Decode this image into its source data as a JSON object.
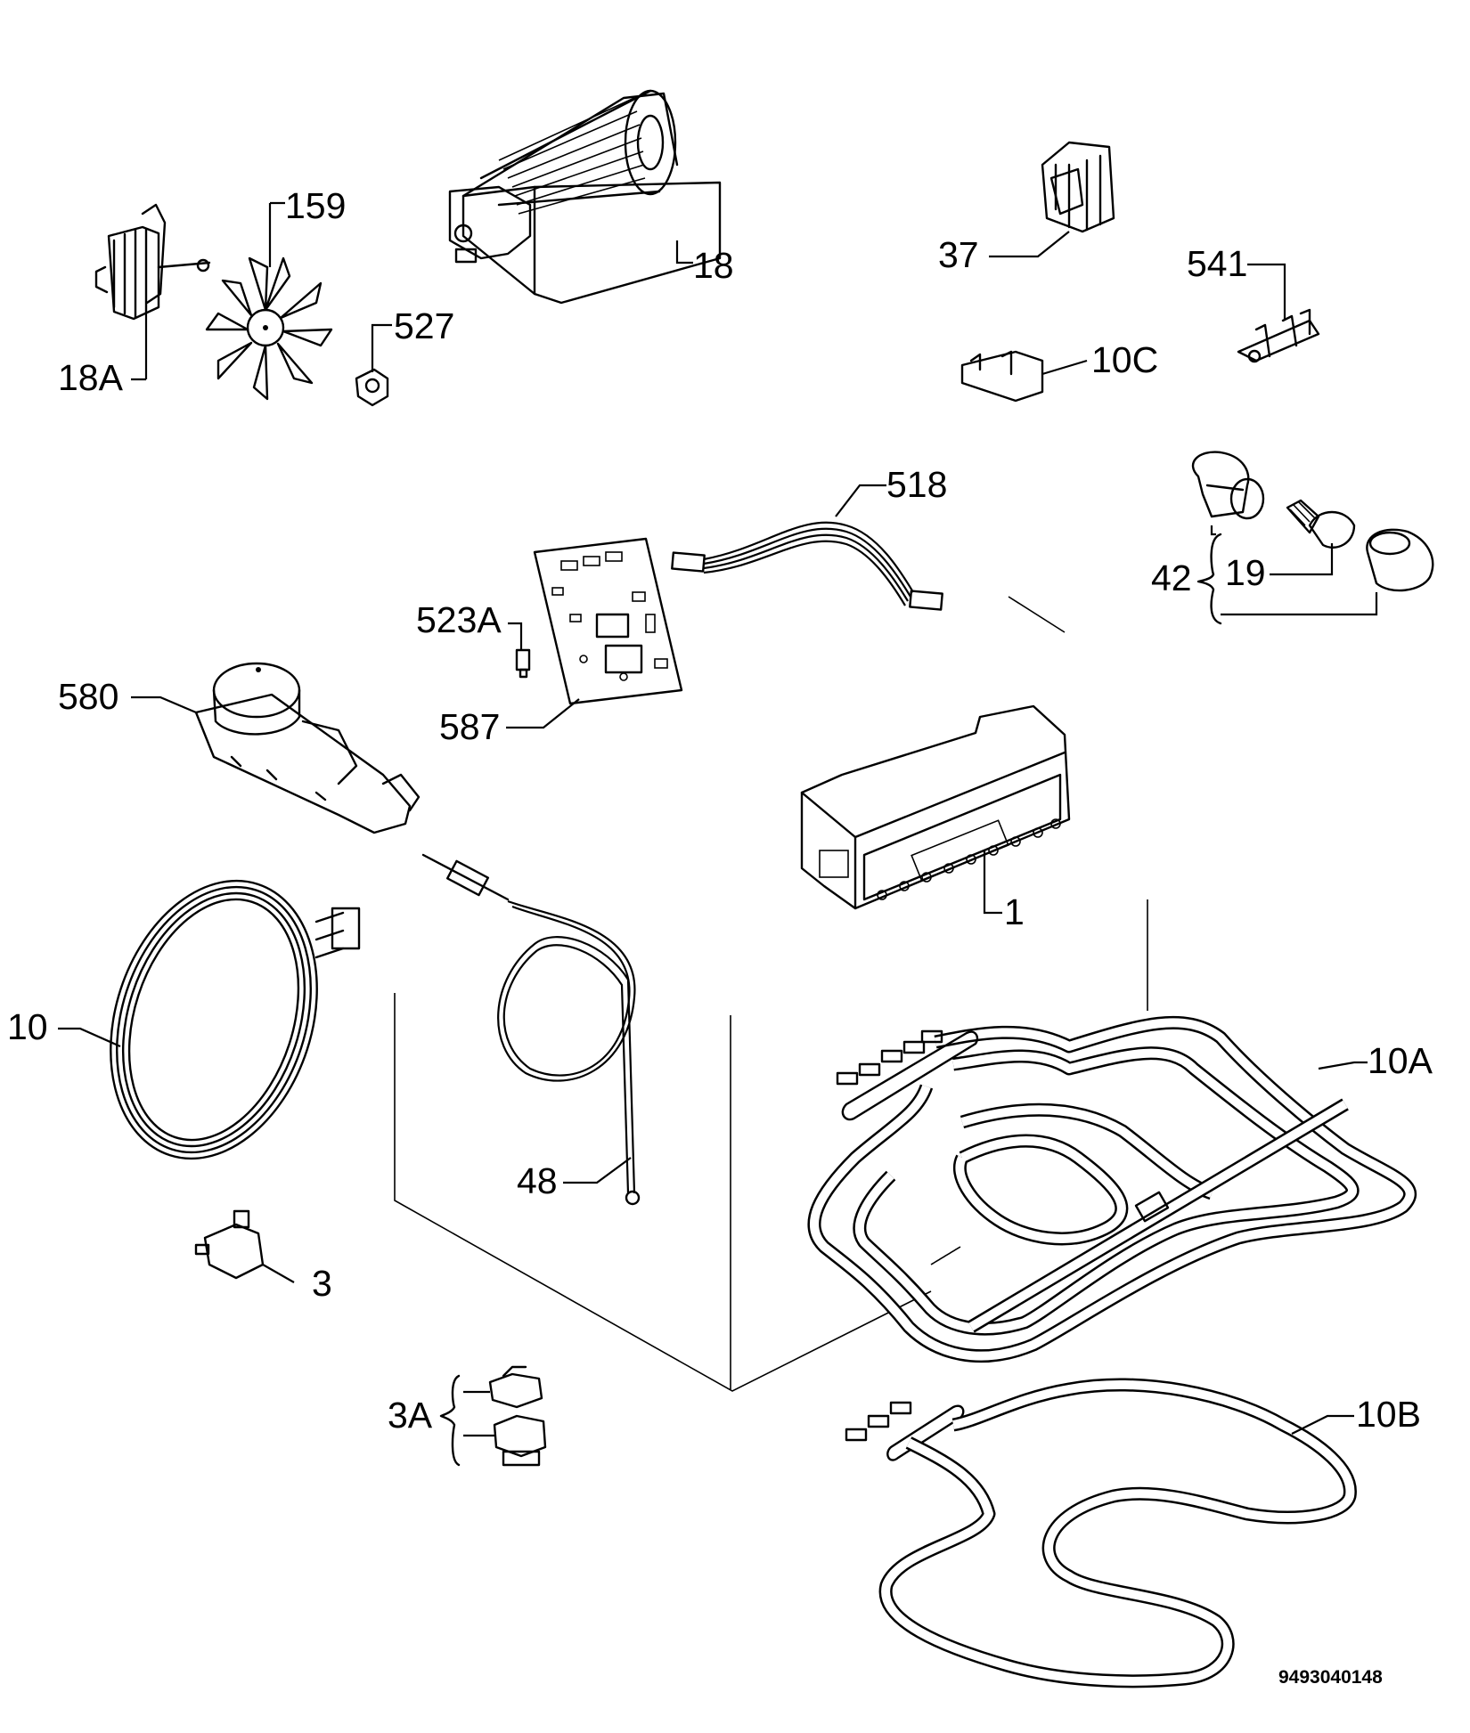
{
  "labels": {
    "p159": "159",
    "p18": "18",
    "p18A": "18A",
    "p527": "527",
    "p37": "37",
    "p541": "541",
    "p10C": "10C",
    "p518": "518",
    "p42": "42",
    "p19": "19",
    "p523A": "523A",
    "p587": "587",
    "p580": "580",
    "p1": "1",
    "p10": "10",
    "p10A": "10A",
    "p48": "48",
    "p3": "3",
    "p3A": "3A",
    "p10B": "10B"
  },
  "doc_number": "9493040148"
}
